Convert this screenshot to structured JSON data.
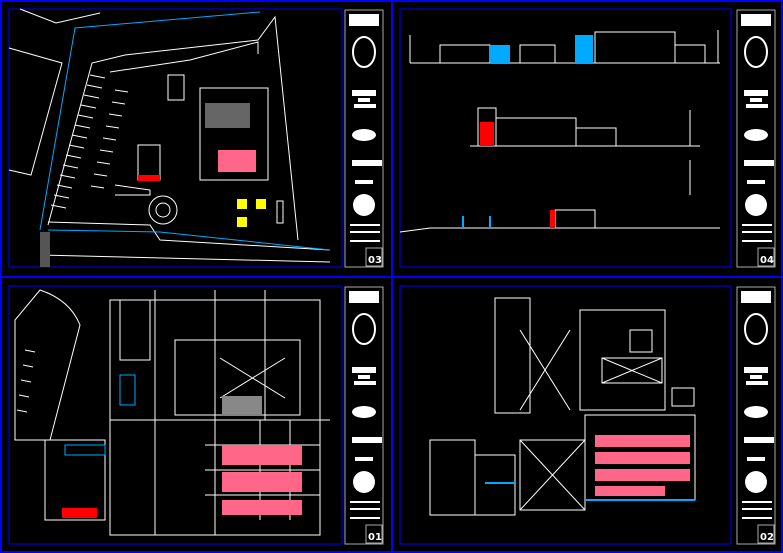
{
  "sheets": [
    {
      "id": "site-plan",
      "number": "03"
    },
    {
      "id": "elevations",
      "number": "04"
    },
    {
      "id": "ground-floor-plan",
      "number": "01"
    },
    {
      "id": "upper-floor-plan",
      "number": "02"
    }
  ],
  "colors": {
    "background": "#000000",
    "frame": "#0000ff",
    "linework": "#ffffff",
    "accent_cyan": "#00aaff",
    "seating": "#ff6688",
    "red": "#ff0000",
    "yellow": "#ffff00"
  }
}
